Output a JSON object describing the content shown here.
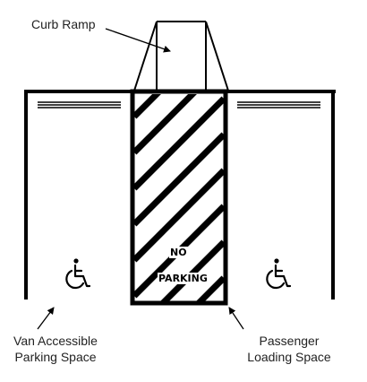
{
  "labels": {
    "curb_ramp": "Curb Ramp",
    "van_line1": "Van Accessible",
    "van_line2": "Parking Space",
    "passenger_line1": "Passenger",
    "passenger_line2": "Loading Space",
    "no": "NO",
    "parking": "PARKING"
  },
  "icons": [
    "wheelchair-icon",
    "wheelchair-icon"
  ],
  "colors": {
    "line": "#000000",
    "background": "#ffffff"
  }
}
